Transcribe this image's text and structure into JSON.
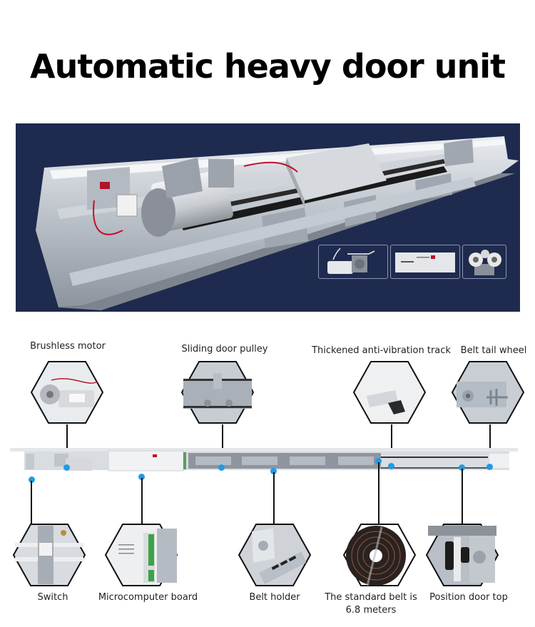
{
  "title": "Automatic heavy door unit",
  "hero": {
    "background_color": "#1e2a4e",
    "thumbnails": [
      {
        "name": "motor-thumbnail"
      },
      {
        "name": "controller-thumbnail"
      },
      {
        "name": "pulley-thumbnail"
      }
    ]
  },
  "components": {
    "top": [
      {
        "label": "Brushless motor"
      },
      {
        "label": "Sliding door pulley"
      },
      {
        "label": "Thickened anti-vibration track"
      },
      {
        "label": "Belt tail wheel"
      }
    ],
    "bottom": [
      {
        "label": "Switch"
      },
      {
        "label": "Microcomputer board"
      },
      {
        "label": "Belt holder"
      },
      {
        "label": "The standard belt is",
        "label_line2": "6.8 meters"
      },
      {
        "label": "Position door top"
      }
    ]
  },
  "colors": {
    "pointer_dot": "#1e9be6",
    "connector_line": "#111111",
    "hex_border": "#111111"
  }
}
